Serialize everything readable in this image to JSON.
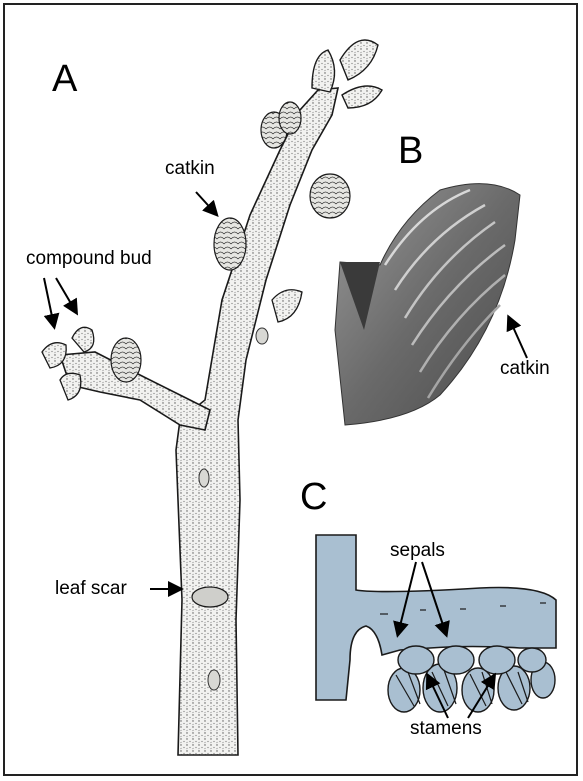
{
  "panels": {
    "a": {
      "letter": "A"
    },
    "b": {
      "letter": "B"
    },
    "c": {
      "letter": "C"
    }
  },
  "labels": {
    "catkin_a": "catkin",
    "compound_bud": "compound bud",
    "leaf_scar": "leaf scar",
    "catkin_b": "catkin",
    "sepals": "sepals",
    "stamens": "stamens"
  },
  "colors": {
    "ink": "#1a1a1a",
    "bark_fill": "#f1f1ef",
    "catkin_photo": "#6f6f6f",
    "flower_blue": "#a9bfd1"
  }
}
